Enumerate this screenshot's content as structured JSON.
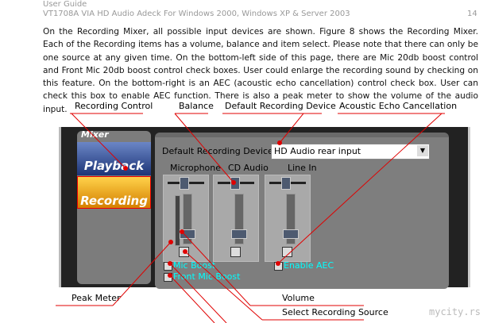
{
  "header": {
    "title": "User Guide",
    "subtitle": "VT1708A VIA HD Audio Adeck For Windows 2000, Windows XP & Server 2003",
    "page": "14"
  },
  "paragraph": "On the Recording Mixer, all possible input devices are shown. Figure 8 shows the Recording Mixer. Each of the Recording items has a volume, balance and item select. Please note that there can only be one source at any given time. On the bottom-left side of this page, there are Mic 20db boost control and Front Mic 20db boost control check boxes. User could enlarge the recording sound by checking on this feature. On the bottom-right is an AEC (acoustic echo cancellation) control check box. User can check this box to enable AEC function. There is also a peak meter to show the volume of the audio input.",
  "callouts": {
    "recording_control": "Recording Control",
    "balance": "Balance",
    "default_device": "Default Recording Device",
    "aec": "Acoustic Echo Cancellation",
    "peak_meter": "Peak Meter",
    "volume": "Volume",
    "select_source": "Select Recording Source"
  },
  "mixer": {
    "title": "Mixer",
    "tabs": [
      "Playback",
      "Recording"
    ],
    "default_device_label": "Default Recording Device",
    "default_device_value": "HD Audio rear input",
    "channels": [
      "Microphone",
      "CD Audio",
      "Line In"
    ],
    "mic_boost": "Mic Boost",
    "front_mic_boost": "Front Mic Boost",
    "enable_aec": "Enable AEC"
  },
  "watermark": "mycity.rs",
  "colors": {
    "annotation": "#e00000",
    "checkbox_label": "#00ffff",
    "recording_tab": "#f0a000",
    "playback_tab": "#2a4c9a"
  }
}
